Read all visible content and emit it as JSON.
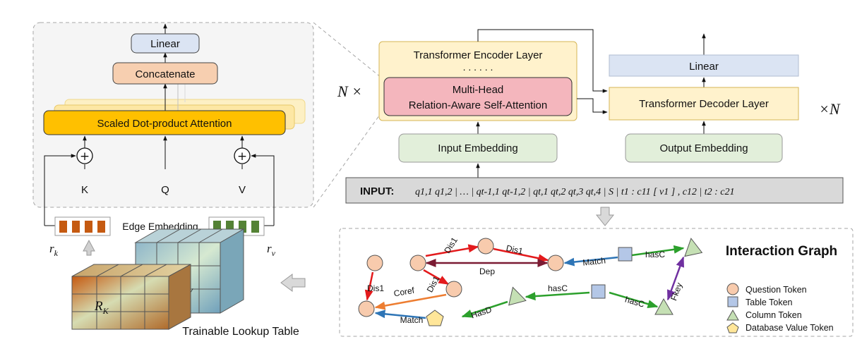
{
  "left_panel": {
    "linear": "Linear",
    "concatenate": "Concatenate",
    "attention": "Scaled Dot-product Attention",
    "k": "K",
    "q": "Q",
    "v": "V",
    "edge_embedding": "Edge Embedding",
    "rk_base": "r",
    "rk_sub": "k",
    "rv_base": "r",
    "rv_sub": "v",
    "lookup_table": "Trainable Lookup Table",
    "rk_table_base": "R",
    "rk_table_sub": "K",
    "rv_table_base": "R",
    "rv_table_sub": "V"
  },
  "encoder": {
    "title": "Transformer Encoder Layer",
    "dots": ". . . . . .",
    "mhsa_line1": "Multi-Head",
    "mhsa_line2": "Relation-Aware Self-Attention",
    "n_times": "N ×",
    "input_embedding": "Input Embedding"
  },
  "decoder": {
    "linear": "Linear",
    "layer": "Transformer Decoder Layer",
    "times_n": "×N",
    "output_embedding": "Output Embedding"
  },
  "input": {
    "label": "INPUT:",
    "sequence": "q1,1  q1,2 | … | qt-1,1  qt-1,2 | qt,1  qt,2  qt,3  qt,4 | S | t1 : c11 [ v1 ] , c12 | t2 : c21"
  },
  "graph": {
    "title": "Interaction Graph",
    "edges": {
      "dis1_a": "Dis1",
      "dis1_b": "Dis1",
      "dis1_c": "Dis1",
      "dis1_d": "Dis1",
      "dep": "Dep",
      "match_a": "Match",
      "hasc_a": "hasC",
      "fkey": "Fkey",
      "coref": "Coref",
      "hasc_b": "hasC",
      "hasc_c": "hasC",
      "hasd": "HasD",
      "match_b": "Match"
    },
    "legend": {
      "question": "Question Token",
      "table": "Table Token",
      "column": "Column Token",
      "database_value": "Database Value Token"
    }
  },
  "colors": {
    "linear_fill": "#dbe4f3",
    "concat_fill": "#f7cfb0",
    "attention_fill": "#ffc000",
    "encoder_fill": "#fff2cc",
    "mhsa_fill": "#f4b6bd",
    "embedding_fill": "#e2efda",
    "input_fill": "#d9d9d9",
    "question_node": "#f8cbad",
    "table_node": "#b4c7e7",
    "column_node": "#c5e0b4",
    "value_node": "#ffe699"
  }
}
